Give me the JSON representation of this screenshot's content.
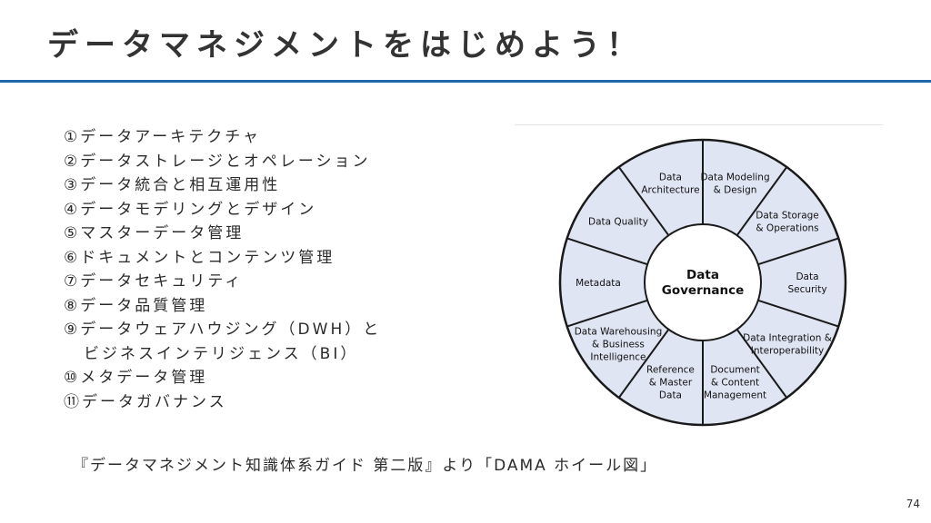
{
  "slide": {
    "title": "データマネジメントをはじめよう！",
    "page_number": "74",
    "source": "『データマネジメント知識体系ガイド 第二版』より「DAMA ホイール図」"
  },
  "topics": [
    "①データアーキテクチャ",
    "②データストレージとオペレーション",
    "③データ統合と相互運用性",
    "④データモデリングとデザイン",
    "⑤マスターデータ管理",
    "⑥ドキュメントとコンテンツ管理",
    "⑦データセキュリティ",
    "⑧データ品質管理",
    "⑨データウェアハウジング（DWH）と",
    "ビジネスインテリジェンス（BI）",
    "⑩メタデータ管理",
    "⑪データガバナンス"
  ],
  "wheel": {
    "center": [
      "Data",
      "Governance"
    ],
    "segments": [
      {
        "lines": [
          "Data Modeling",
          "& Design"
        ]
      },
      {
        "lines": [
          "Data Storage",
          "& Operations"
        ]
      },
      {
        "lines": [
          "Data",
          "Security"
        ]
      },
      {
        "lines": [
          "Data Integration &",
          "Interoperability"
        ]
      },
      {
        "lines": [
          "Document",
          "& Content",
          "Management"
        ]
      },
      {
        "lines": [
          "Reference",
          "& Master",
          "Data"
        ]
      },
      {
        "lines": [
          "Data Warehousing",
          "& Business",
          "Intelligence"
        ]
      },
      {
        "lines": [
          "Metadata"
        ]
      },
      {
        "lines": [
          "Data Quality"
        ]
      },
      {
        "lines": [
          "Data",
          "Architecture"
        ]
      }
    ],
    "colors": {
      "fill": "#dfe5f2",
      "stroke": "#1a1a1a",
      "center": "#ffffff"
    }
  }
}
